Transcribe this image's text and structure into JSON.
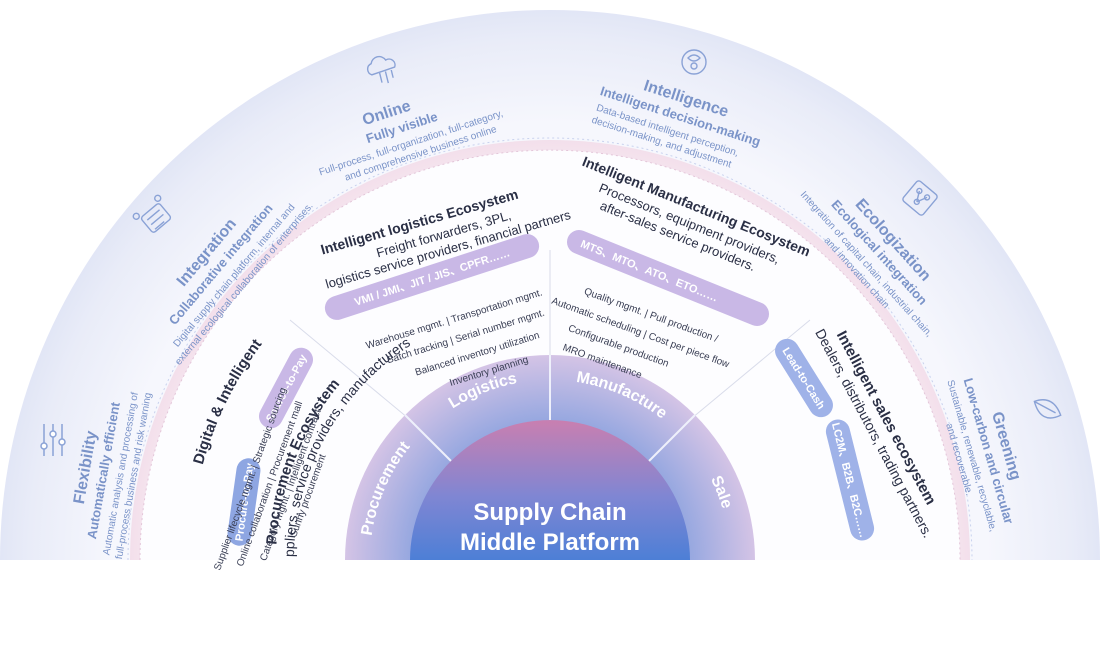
{
  "core": {
    "line1": "Supply Chain",
    "line2": "Middle Platform"
  },
  "segments": {
    "procurement": "Procurement",
    "logistics": "Logistics",
    "manufacture": "Manufacture",
    "sale": "Sale"
  },
  "ecosystems": {
    "procurement": {
      "title1": "Digital & Intelligent",
      "title2": "Procurement Ecosystem",
      "subtitle": "Suppliers, service providers, manufacturers",
      "pills": [
        "Source-to-Pay",
        "Procure-to-Pay"
      ],
      "items": [
        "Supplier lifecycle mgmt. | Strategic sourcing",
        "Online collaboration | Procurement mall",
        "Category mgmt. | Intelligent contract",
        "Sunny procurement"
      ]
    },
    "logistics": {
      "title": "Intelligent logistics Ecosystem",
      "subtitle1": "Freight forwarders, 3PL,",
      "subtitle2": "logistics service providers, financial partners",
      "pills": [
        "VMI / JMI、JIT / JIS、CPFR……"
      ],
      "items": [
        "Warehouse mgmt. | Transportation mgmt.",
        "Batch tracking | Serial number mgmt.",
        "Balanced inventory utilization",
        "Inventory planning"
      ]
    },
    "manufacturing": {
      "title": "Intelligent Manufacturing Ecosystem",
      "subtitle1": "Processors, equipment providers,",
      "subtitle2": "after-sales service providers.",
      "pills": [
        "MTS、MTO、ATO、ETO……"
      ],
      "items": [
        "Quality mgmt. | Pull production /",
        "Automatic scheduling | Cost per piece flow",
        "Configurable production",
        "MRO maintenance"
      ]
    },
    "sales": {
      "title": "Intelligent sales ecosystem",
      "subtitle": "Dealers, distributors, trading partners.",
      "pills": [
        "Lead-to-Cash",
        "LC2M、B2B、B2C……"
      ]
    }
  },
  "outer": {
    "flexibility": {
      "title": "Flexibility",
      "sub": "Automatically efficient",
      "desc1": "Automatic analysis and processing of",
      "desc2": "full-process business and risk warning",
      "icon": "sliders-icon"
    },
    "integration": {
      "title": "Integration",
      "sub": "Collaborative integration",
      "desc1": "Digital supply chain platform, internal and",
      "desc2": "external ecological collaboration of enterprises.",
      "icon": "network-icon"
    },
    "online": {
      "title": "Online",
      "sub": "Fully visible",
      "desc1": "Full-process, full-organization, full-category,",
      "desc2": "and comprehensive business online",
      "icon": "cloud-icon"
    },
    "intelligence": {
      "title": "Intelligence",
      "sub": "Intelligent decision-making",
      "desc1": "Data-based intelligent perception,",
      "desc2": "decision-making, and adjustment",
      "icon": "brain-icon"
    },
    "ecologization": {
      "title": "Ecologization",
      "sub": "Ecological integration",
      "desc1": "Integration of capital chain, industrial chain,",
      "desc2": "and innovation chain",
      "icon": "nodes-icon"
    },
    "greening": {
      "title": "Greening",
      "sub": "Low-carbon and circular",
      "desc1": "Sustainable, renewable, recyclable,",
      "desc2": "and recoverable.",
      "icon": "leaf-icon"
    }
  },
  "colors": {
    "outer_ring": "#eef0fa",
    "pink_ring": "#f7eef4",
    "inner_field": "#fbfbfe",
    "segment_ring": "#b7c6ea",
    "core_top": "#c57bb1",
    "core_bottom": "#5b86d8",
    "pill": "#c9b8e6",
    "accent_text": "#7a93c8"
  }
}
